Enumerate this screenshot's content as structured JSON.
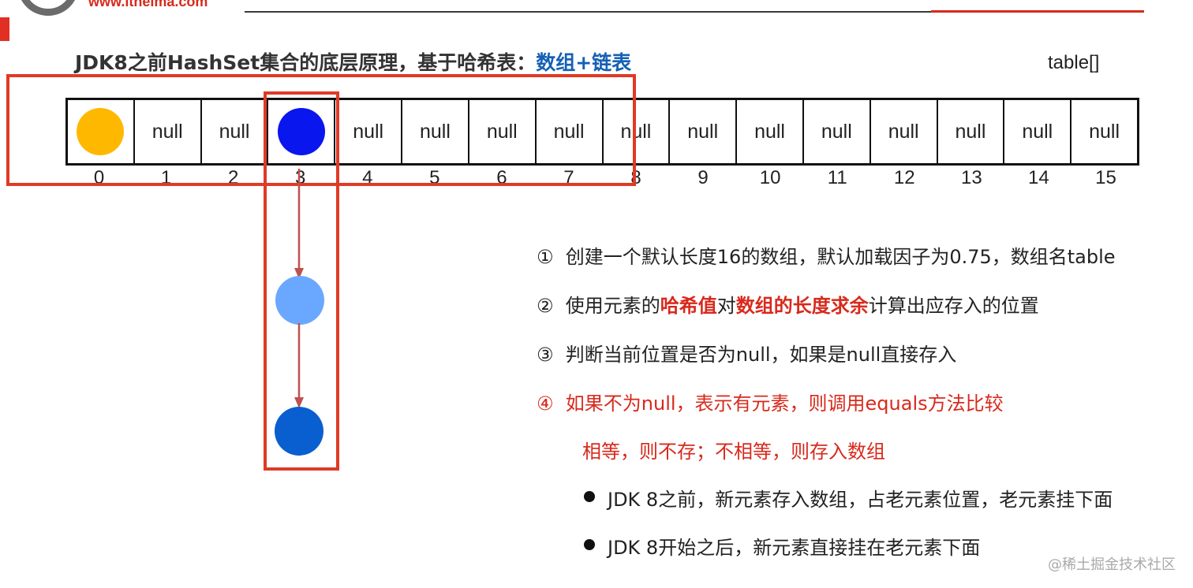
{
  "header": {
    "site_url": "www.itheima.com",
    "accent_color": "#d8291c"
  },
  "title": {
    "prefix": "JDK8之前HashSet集合的底层原理，基于哈希表：",
    "highlight": "数组+链表",
    "highlight_color": "#1560b4"
  },
  "table_label": "table[]",
  "array": {
    "cells": [
      {
        "type": "dot",
        "color": "#ffb800"
      },
      {
        "type": "text",
        "text": "null"
      },
      {
        "type": "text",
        "text": "null"
      },
      {
        "type": "dot",
        "color": "#0a16ee"
      },
      {
        "type": "text",
        "text": "null"
      },
      {
        "type": "text",
        "text": "null"
      },
      {
        "type": "text",
        "text": "null"
      },
      {
        "type": "text",
        "text": "null"
      },
      {
        "type": "text",
        "text": "null"
      },
      {
        "type": "text",
        "text": "null"
      },
      {
        "type": "text",
        "text": "null"
      },
      {
        "type": "text",
        "text": "null"
      },
      {
        "type": "text",
        "text": "null"
      },
      {
        "type": "text",
        "text": "null"
      },
      {
        "type": "text",
        "text": "null"
      },
      {
        "type": "text",
        "text": "null"
      }
    ],
    "indices": [
      "0",
      "1",
      "2",
      "3",
      "4",
      "5",
      "6",
      "7",
      "8",
      "9",
      "10",
      "11",
      "12",
      "13",
      "14",
      "15"
    ]
  },
  "linked_list": {
    "node_colors": [
      "#0a16ee",
      "#6aa8ff",
      "#0a5fd0"
    ],
    "arrow_color": "#c0504d"
  },
  "steps": {
    "step1": {
      "marker": "①",
      "text": "创建一个默认长度16的数组，默认加载因子为0.75，数组名table"
    },
    "step2": {
      "marker": "②",
      "before": "使用元素的",
      "hl1": "哈希值",
      "mid": "对",
      "hl2": "数组的长度求余",
      "after": "计算出应存入的位置"
    },
    "step3": {
      "marker": "③",
      "text": "判断当前位置是否为null，如果是null直接存入"
    },
    "step4": {
      "marker": "④",
      "text": "如果不为null，表示有元素，则调用equals方法比较"
    },
    "step4_sub": "相等，则不存；不相等，则存入数组",
    "bullets": [
      "JDK 8之前，新元素存入数组，占老元素位置，老元素挂下面",
      "JDK 8开始之后，新元素直接挂在老元素下面"
    ]
  },
  "watermark": "@稀土掘金技术社区"
}
